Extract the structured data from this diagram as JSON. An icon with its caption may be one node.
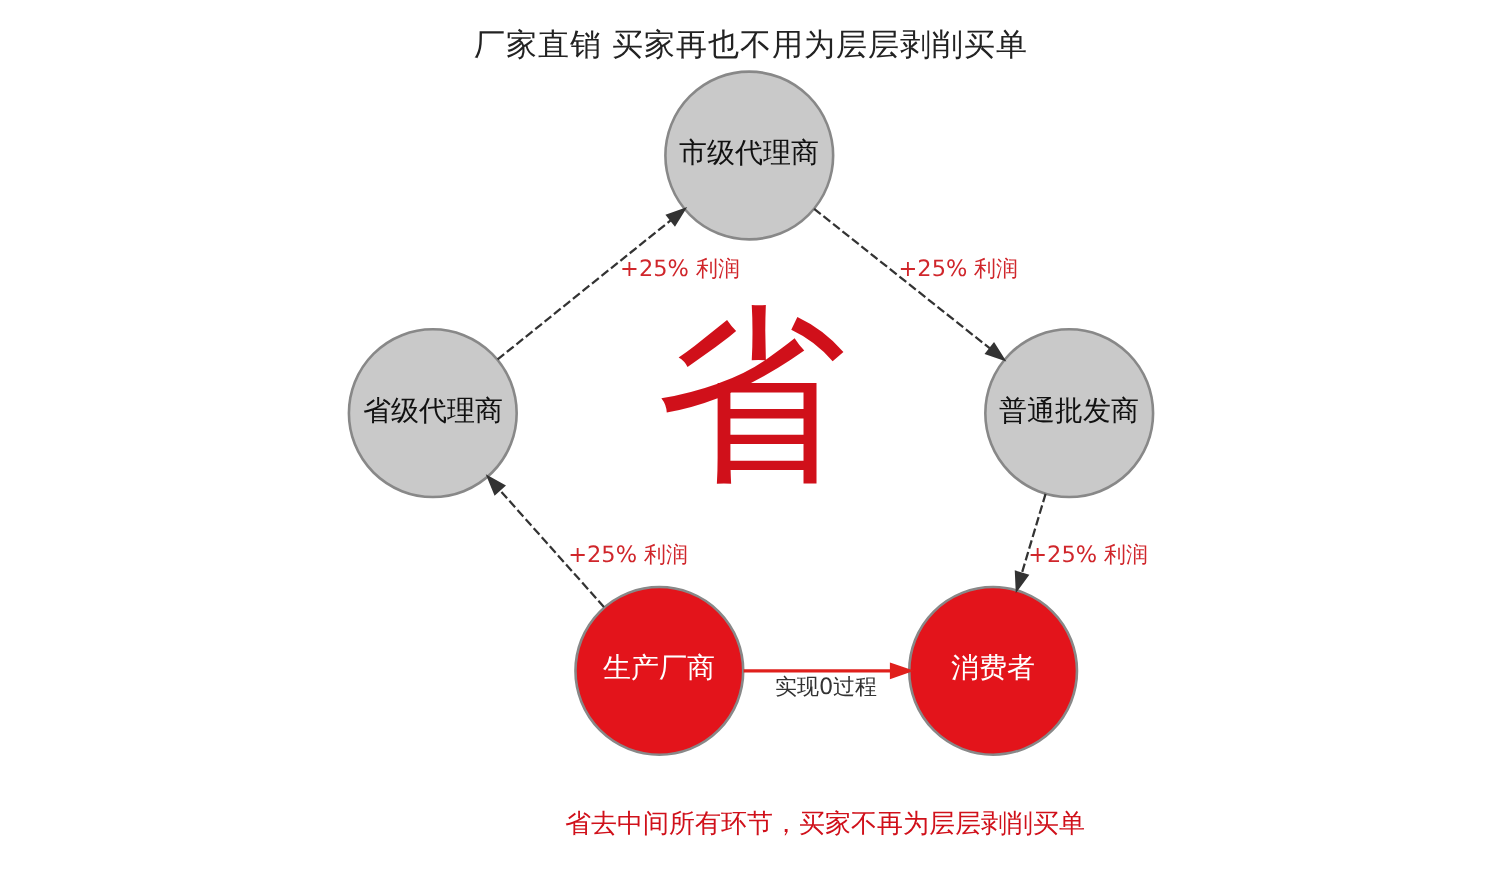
{
  "diagram": {
    "title": "厂家直销 买家再也不用为层层剥削买单",
    "nodes": [
      {
        "text": [
          "生产厂商"
        ]
      },
      {
        "text": [
          "省级代理商"
        ]
      },
      {
        "text": [
          "市级代理商"
        ]
      },
      {
        "text": [
          "普通批发商"
        ]
      },
      {
        "text": [
          "消费者"
        ]
      }
    ],
    "edges": [
      {
        "from": 0,
        "to": 1,
        "arrow": "to",
        "label": "+25% 利润",
        "style": "dashed"
      },
      {
        "from": 1,
        "to": 2,
        "arrow": "to",
        "label": "+25% 利润",
        "style": "dashed"
      },
      {
        "from": 2,
        "to": 3,
        "arrow": "to",
        "label": "+25% 利润",
        "style": "dashed"
      },
      {
        "from": 3,
        "to": 4,
        "arrow": "to",
        "label": "+25% 利润",
        "style": "dashed"
      },
      {
        "from": 0,
        "to": 4,
        "arrow": "to",
        "label": "实现0过程",
        "color": "#e0201c"
      }
    ],
    "labels": [
      "省",
      "省去中间所有环节，买家不再为层层剥削买单"
    ]
  }
}
